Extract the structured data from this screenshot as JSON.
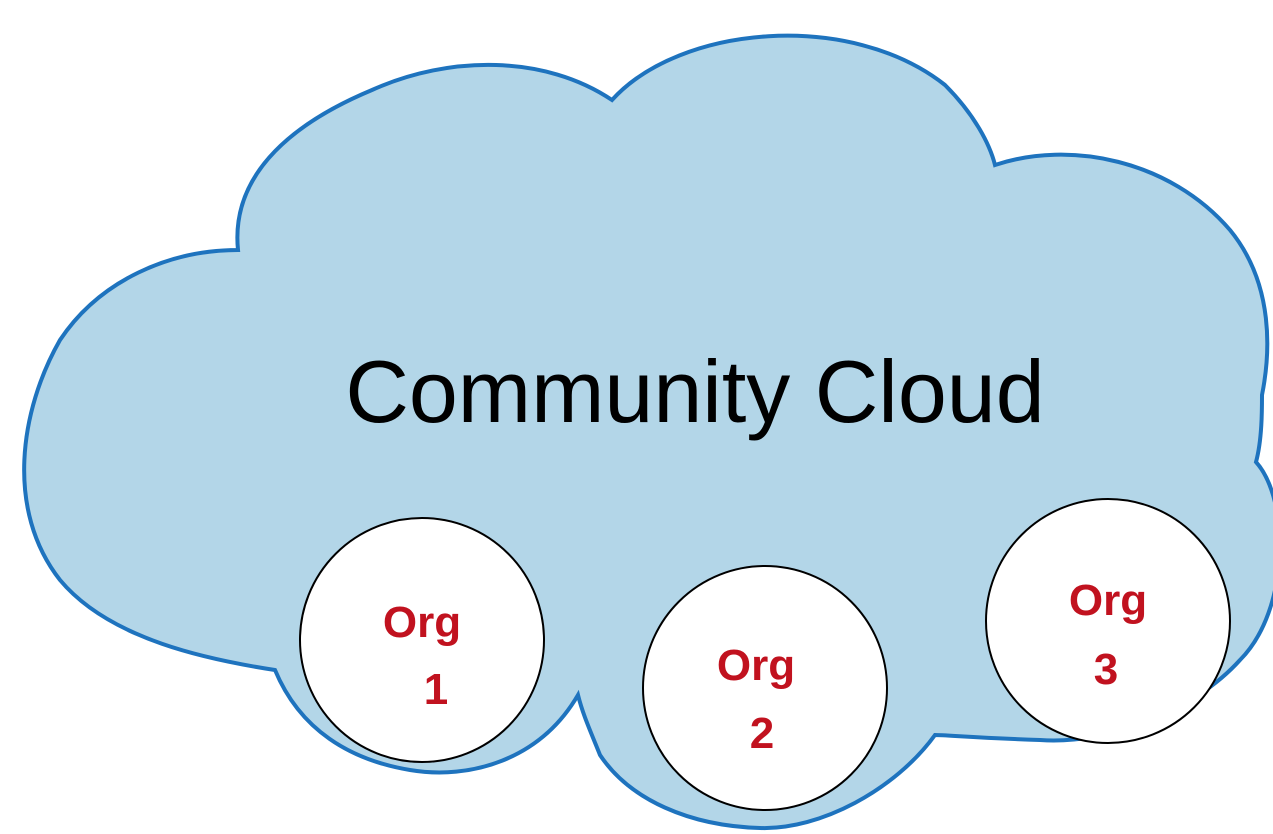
{
  "diagram": {
    "title": "Community Cloud",
    "colors": {
      "cloud_fill": "#b3d6e8",
      "cloud_stroke": "#1e73be",
      "org_fill": "#ffffff",
      "org_stroke": "#000000",
      "org_text": "#c1121f"
    },
    "orgs": [
      {
        "line1": "Org",
        "line2": "1"
      },
      {
        "line1": "Org",
        "line2": "2"
      },
      {
        "line1": "Org",
        "line2": "3"
      }
    ]
  }
}
